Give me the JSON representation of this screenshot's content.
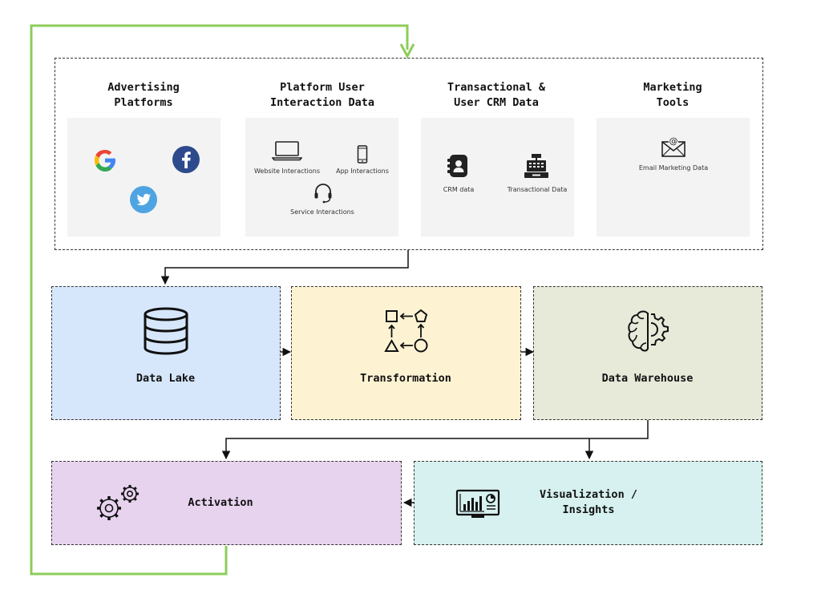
{
  "sources": [
    {
      "title": "Advertising\nPlatforms",
      "items": [
        {
          "icon": "google-icon"
        },
        {
          "icon": "facebook-icon"
        },
        {
          "icon": "twitter-icon"
        }
      ]
    },
    {
      "title": "Platform User\nInteraction Data",
      "items": [
        {
          "icon": "laptop-icon",
          "label": "Website Interactions"
        },
        {
          "icon": "smartphone-icon",
          "label": "App Interactions"
        },
        {
          "icon": "headset-icon",
          "label": "Service Interactions"
        }
      ]
    },
    {
      "title": "Transactional &\nUser CRM Data",
      "items": [
        {
          "icon": "contact-book-icon",
          "label": "CRM data"
        },
        {
          "icon": "cash-register-icon",
          "label": "Transactional Data"
        }
      ]
    },
    {
      "title": "Marketing\nTools",
      "items": [
        {
          "icon": "email-icon",
          "label": "Email Marketing Data"
        }
      ]
    }
  ],
  "stages": {
    "data_lake": {
      "label": "Data Lake",
      "color": "#d6e7fb",
      "icon": "database-icon"
    },
    "transformation": {
      "label": "Transformation",
      "color": "#fdf3d3",
      "icon": "shapes-flow-icon"
    },
    "data_warehouse": {
      "label": "Data Warehouse",
      "color": "#e7e9d9",
      "icon": "brain-gear-icon"
    },
    "activation": {
      "label": "Activation",
      "color": "#e8d3ef",
      "icon": "gears-icon"
    },
    "visualization": {
      "label": "Visualization /\nInsights",
      "color": "#d6f1ef",
      "icon": "dashboard-icon"
    }
  },
  "colors": {
    "feedback_loop": "#8dcd58",
    "border": "#333333",
    "panel": "#f3f3f3"
  }
}
